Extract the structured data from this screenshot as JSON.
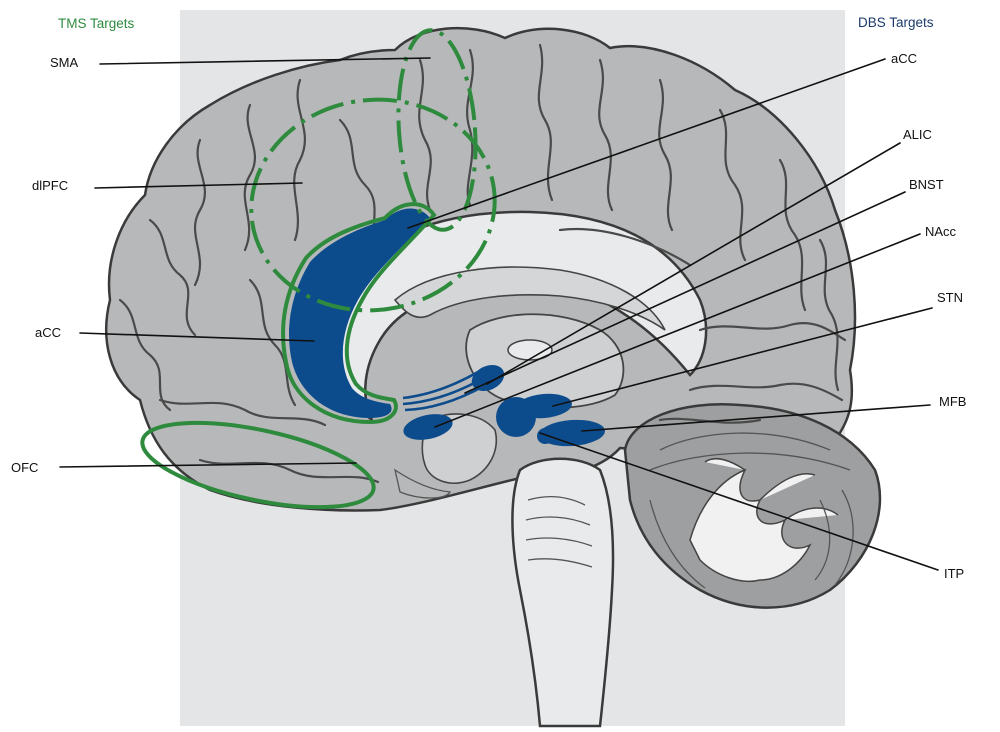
{
  "colors": {
    "background_panel": "#e4e5e7",
    "brain_fill": "#b7b8b9",
    "brain_outline": "#3a3a3a",
    "inner_fill": "#e9eaeb",
    "tms_green": "#2e8b3e",
    "dbs_blue": "#0d4c8c"
  },
  "headers": {
    "tms": "TMS Targets",
    "dbs": "DBS Targets"
  },
  "tms_targets": [
    {
      "label": "SMA"
    },
    {
      "label": "dlPFC"
    },
    {
      "label": "aCC"
    },
    {
      "label": "OFC"
    }
  ],
  "dbs_targets": [
    {
      "label": "aCC"
    },
    {
      "label": "ALIC"
    },
    {
      "label": "BNST"
    },
    {
      "label": "NAcc"
    },
    {
      "label": "STN"
    },
    {
      "label": "MFB"
    },
    {
      "label": "ITP"
    }
  ]
}
